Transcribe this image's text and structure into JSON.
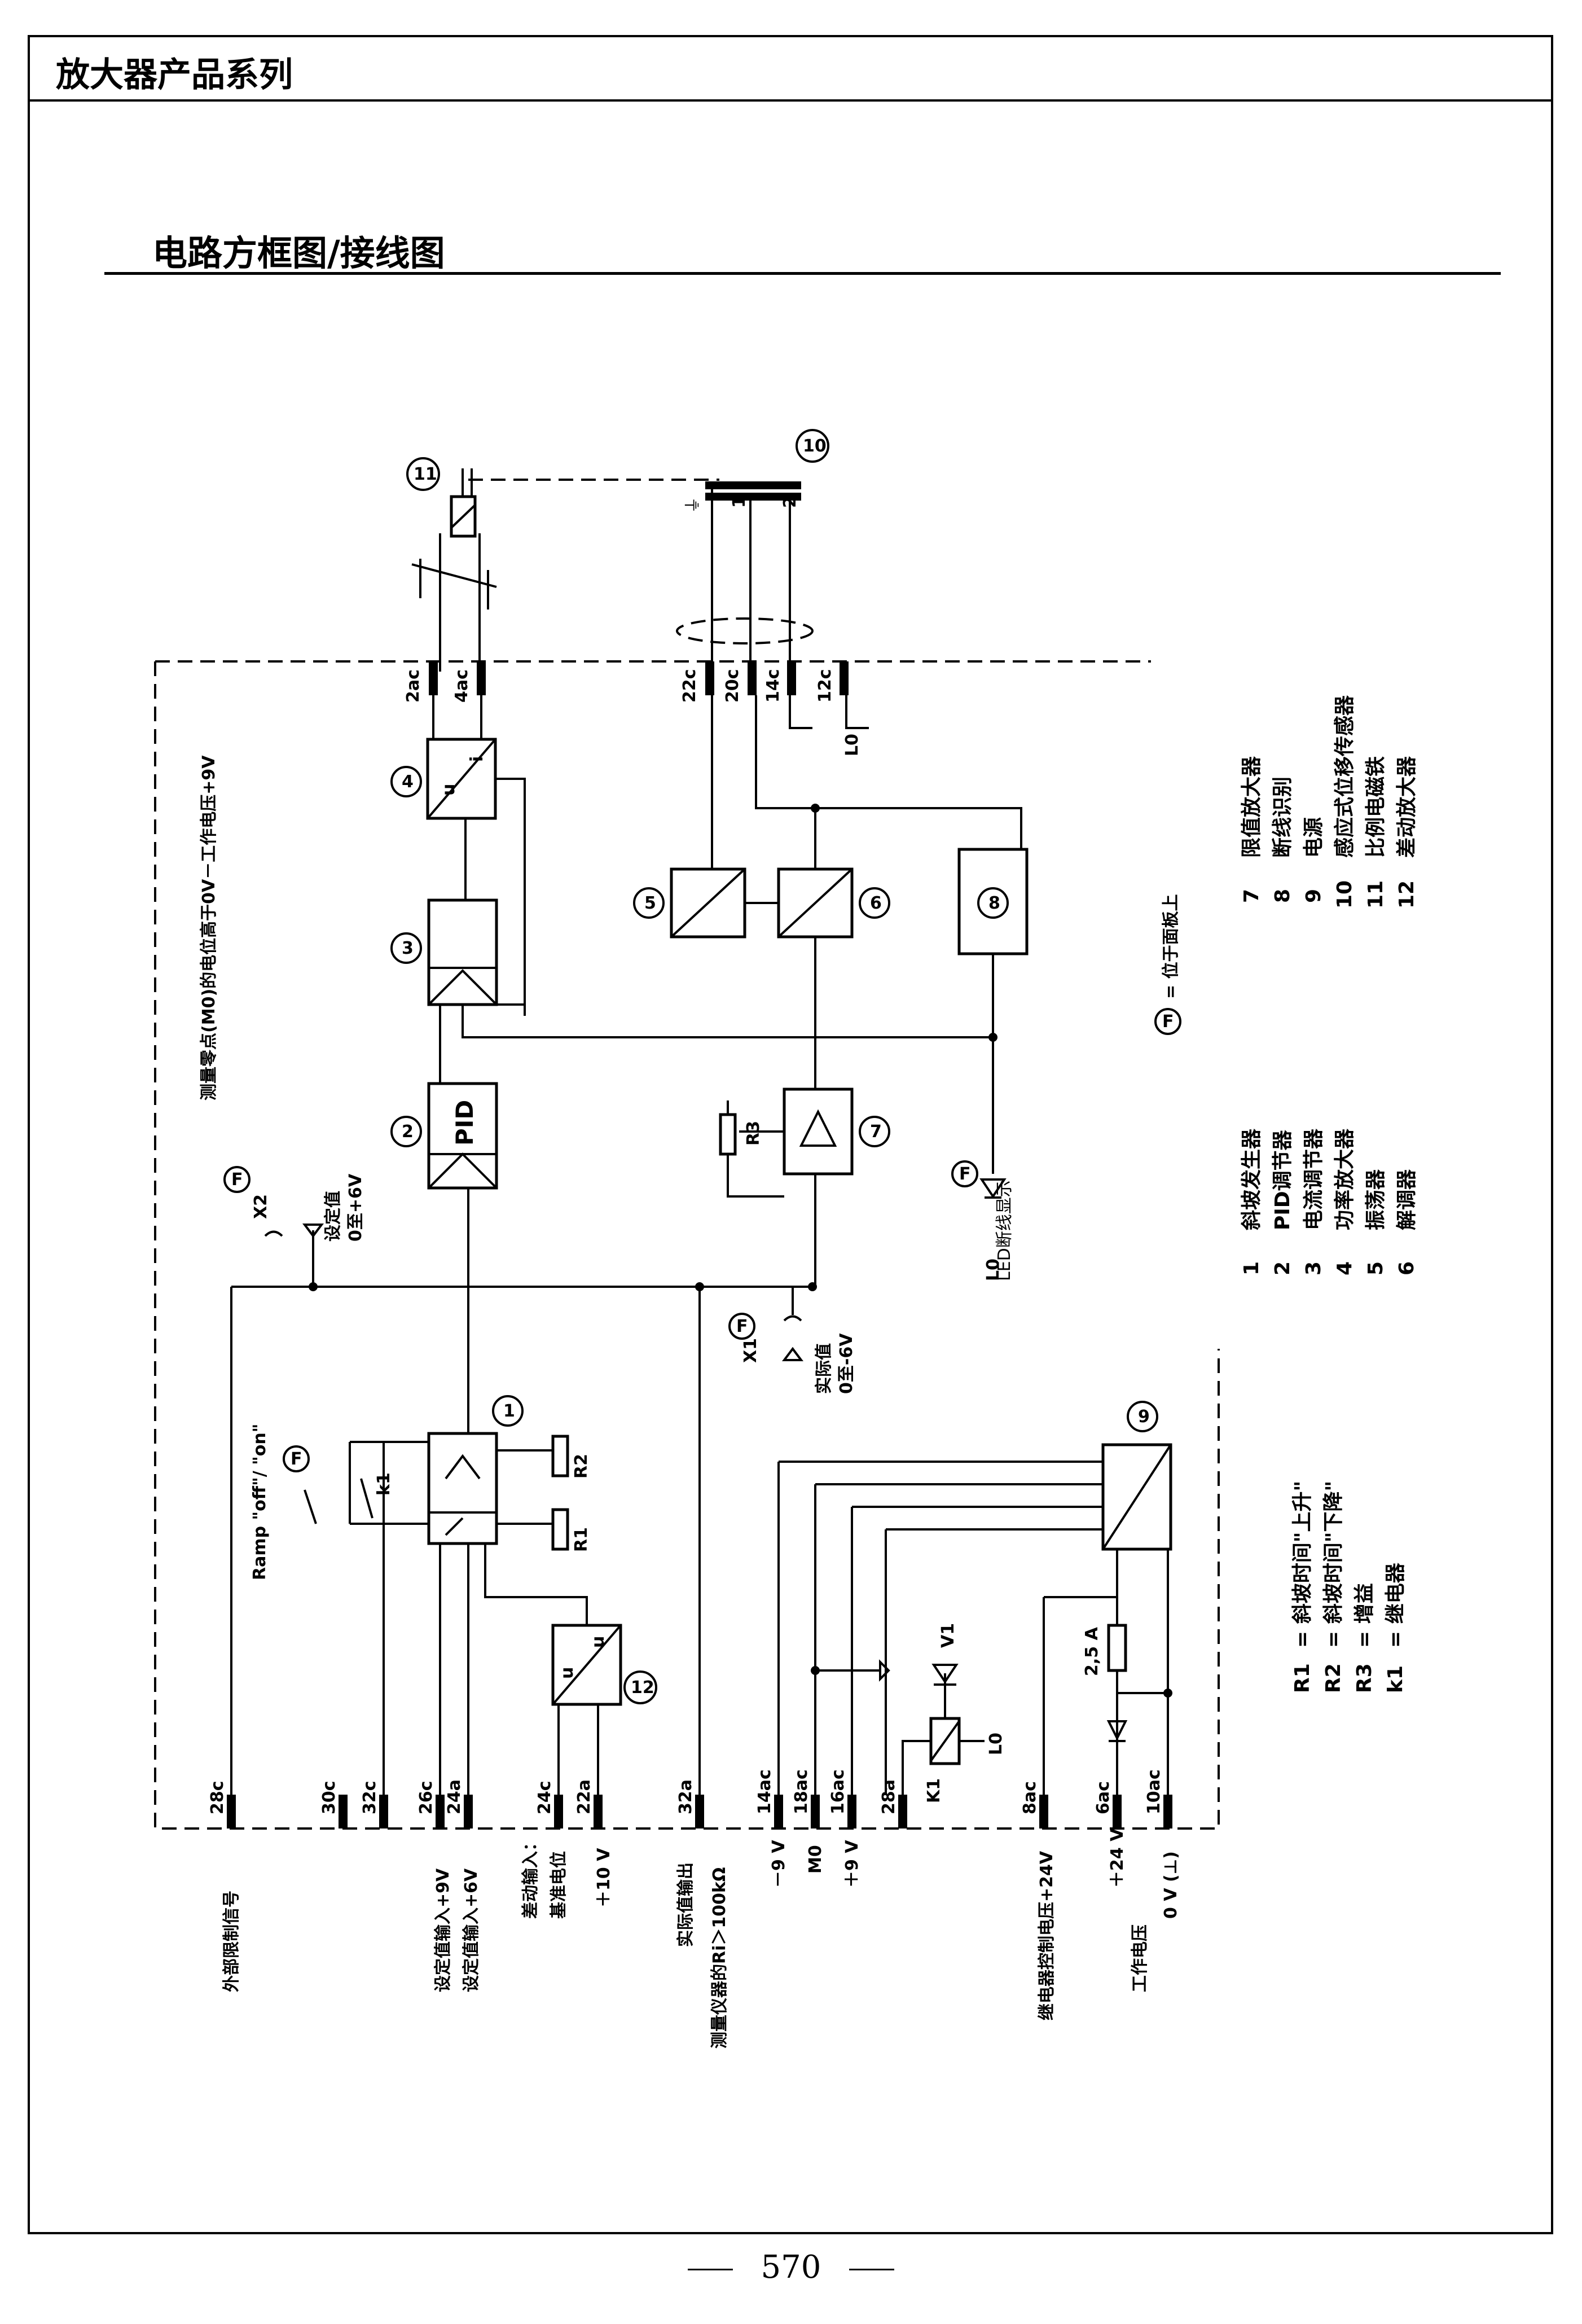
{
  "header": {
    "title": "放大器产品系列"
  },
  "section": {
    "title": "电路方框图/接线图"
  },
  "page_number": "570",
  "diagram": {
    "top_note": "测量零点(M0)的电位高于0V－工作电压+9V",
    "panel_note": "= 位于面板上",
    "panel_marker": "F",
    "ramp_label": "Ramp \"off\"/ \"on\"",
    "k1_switch_label": "k1",
    "x2": {
      "label": "X2",
      "desc1": "设定值",
      "desc2": "0至+6V"
    },
    "x1": {
      "label": "X1",
      "desc1": "实际值",
      "desc2": "0至-6V"
    },
    "led_label": "LED断线显示",
    "pid_text": "PID",
    "k1_coil_label": "K1",
    "v1_label": "V1",
    "fuse_label": "2,5 A",
    "r1_label": "R1",
    "r2_label": "R2",
    "r3_label": "R3",
    "l0_label": "L0",
    "bottom_labels": {
      "limit_signal": "外部限制信号",
      "setpoint_9v": "设定值输入+9V",
      "setpoint_6v": "设定值输入+6V",
      "diff_input": "差动输入：",
      "ref_potential": "基准电位",
      "plus_10v": "＋10 V",
      "actual_output": "实际值输出",
      "meter_ri": "测量仪器的Ri＞100kΩ",
      "minus_9v": "－9 V",
      "m0": "M0",
      "plus_9v": "＋9 V",
      "relay_voltage": "继电器控制电压+24V",
      "plus_24v": "＋24 V",
      "supply": "工作电压",
      "zero_v": "0 V (⊥)"
    },
    "ground_symbol": "⏚",
    "sensor_pins": [
      "1",
      "2"
    ],
    "pins_top": [
      "2ac",
      "4ac",
      "22c",
      "20c",
      "14c",
      "12c"
    ],
    "pins_bottom": [
      "28c",
      "30c",
      "32c",
      "26c",
      "24a",
      "24c",
      "22a",
      "32a",
      "14ac",
      "18ac",
      "16ac",
      "28a",
      "8ac",
      "6ac",
      "10ac"
    ],
    "blocks": [
      "1",
      "2",
      "3",
      "4",
      "5",
      "6",
      "7",
      "8",
      "9",
      "10",
      "11",
      "12"
    ]
  },
  "legend_left": [
    {
      "num": "1",
      "text": "斜坡发生器"
    },
    {
      "num": "2",
      "text": "PID调节器"
    },
    {
      "num": "3",
      "text": "电流调节器"
    },
    {
      "num": "4",
      "text": "功率放大器"
    },
    {
      "num": "5",
      "text": "振荡器"
    },
    {
      "num": "6",
      "text": "解调器"
    }
  ],
  "legend_right": [
    {
      "num": "7",
      "text": "限值放大器"
    },
    {
      "num": "8",
      "text": "断线识别"
    },
    {
      "num": "9",
      "text": "电源"
    },
    {
      "num": "10",
      "text": "感应式位移传感器"
    },
    {
      "num": "11",
      "text": "比例电磁铁"
    },
    {
      "num": "12",
      "text": "差动放大器"
    }
  ],
  "legend_resistors": [
    {
      "sym": "R1",
      "text": "= 斜坡时间\"上升\""
    },
    {
      "sym": "R2",
      "text": "= 斜坡时间\"下降\""
    },
    {
      "sym": "R3",
      "text": "= 增益"
    },
    {
      "sym": "k1",
      "text": "= 继电器"
    }
  ]
}
